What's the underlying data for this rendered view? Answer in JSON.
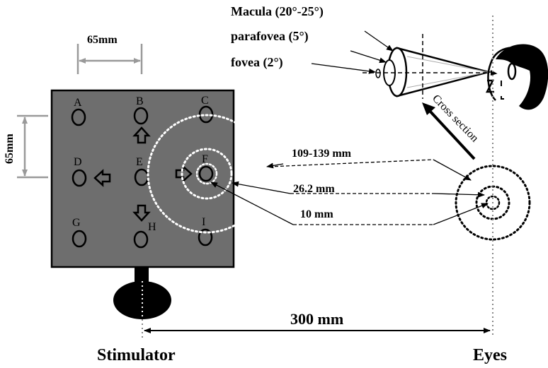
{
  "labels": {
    "macula": "Macula (20°-25°)",
    "parafovea": "parafovea (5°)",
    "fovea": "fovea (2°)",
    "cross_section": "Cross section",
    "d_outer": "109-139 mm",
    "d_mid": "26.2 mm",
    "d_inner": "10 mm",
    "distance": "300 mm",
    "stimulator": "Stimulator",
    "eyes": "Eyes",
    "width_dim": "65mm",
    "height_dim": "65mm"
  },
  "panel": {
    "color": "#6e6e6e",
    "targets": [
      {
        "letter": "A"
      },
      {
        "letter": "B"
      },
      {
        "letter": "C"
      },
      {
        "letter": "D"
      },
      {
        "letter": "E"
      },
      {
        "letter": "F"
      },
      {
        "letter": "G"
      },
      {
        "letter": "H"
      },
      {
        "letter": "I"
      }
    ]
  }
}
